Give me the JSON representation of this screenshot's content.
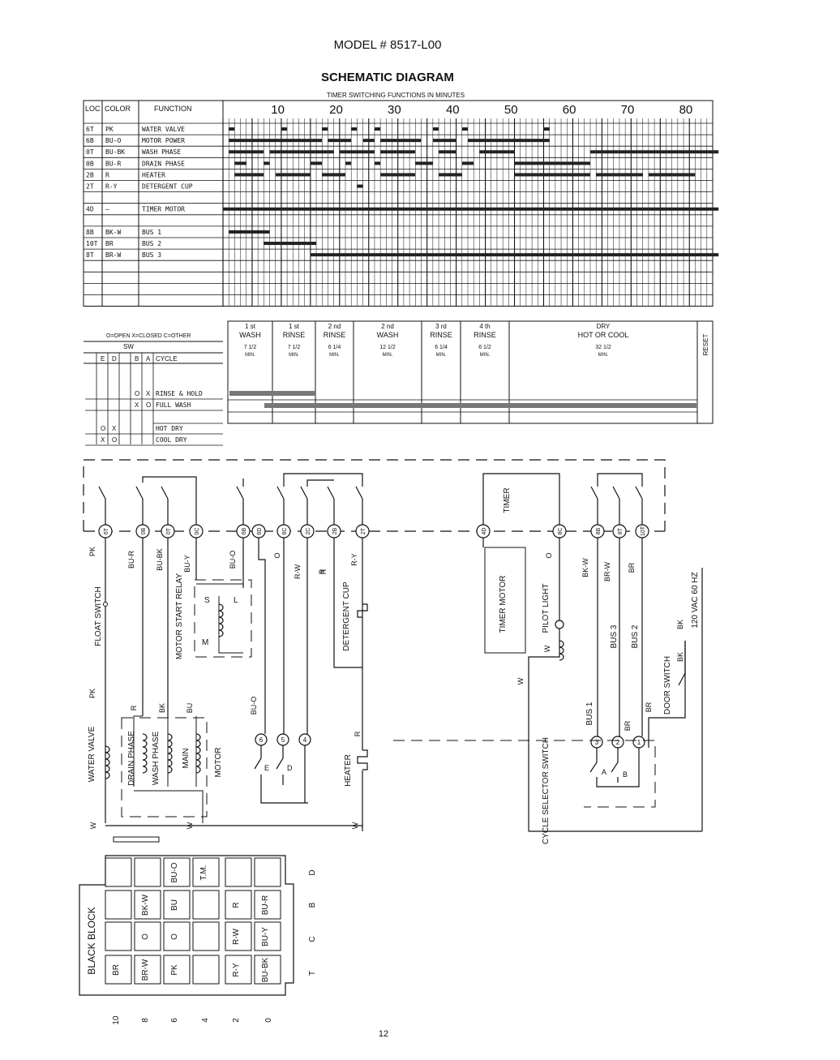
{
  "header": {
    "model": "MODEL # 8517-L00",
    "title": "SCHEMATIC DIAGRAM"
  },
  "timer_chart": {
    "subtitle": "TIMER SWITCHING FUNCTIONS IN MINUTES",
    "col_headers": {
      "loc": "LOC",
      "color": "COLOR",
      "function": "FUNCTION"
    },
    "minute_labels": [
      "10",
      "20",
      "30",
      "40",
      "50",
      "60",
      "70",
      "80"
    ],
    "rows": [
      {
        "loc": "6T",
        "color": "PK",
        "function": "WATER VALVE"
      },
      {
        "loc": "6B",
        "color": "BU-O",
        "function": "MOTOR POWER"
      },
      {
        "loc": "0T",
        "color": "BU-BK",
        "function": "WASH PHASE"
      },
      {
        "loc": "0B",
        "color": "BU-R",
        "function": "DRAIN PHASE"
      },
      {
        "loc": "2B",
        "color": "R",
        "function": "HEATER"
      },
      {
        "loc": "2T",
        "color": "R-Y",
        "function": "DETERGENT CUP"
      },
      {
        "loc": "",
        "color": "",
        "function": ""
      },
      {
        "loc": "4D",
        "color": "—",
        "function": "TIMER MOTOR"
      },
      {
        "loc": "",
        "color": "",
        "function": ""
      },
      {
        "loc": "8B",
        "color": "BK-W",
        "function": "BUS 1"
      },
      {
        "loc": "10T",
        "color": "BR",
        "function": "BUS 2"
      },
      {
        "loc": "8T",
        "color": "BR-W",
        "function": "BUS 3"
      },
      {
        "loc": "",
        "color": "",
        "function": ""
      },
      {
        "loc": "",
        "color": "",
        "function": ""
      },
      {
        "loc": "",
        "color": "",
        "function": ""
      }
    ]
  },
  "cycle_chart": {
    "legend": "O=OPEN  X=CLOSED  C=OTHER",
    "sw_label": "SW",
    "switch_letters": [
      "E",
      "D",
      "B",
      "A"
    ],
    "cycle_label": "CYCLE",
    "reset": "RESET",
    "phases": [
      {
        "name": "1 st WASH",
        "time": "7 1/2 MIN."
      },
      {
        "name": "1 st RINSE",
        "time": "7 1/2 MIN."
      },
      {
        "name": "2 nd RINSE",
        "time": "6 1/4 MIN."
      },
      {
        "name": "2 nd WASH",
        "time": "12 1/2 MIN."
      },
      {
        "name": "3 rd RINSE",
        "time": "6 1/4 MIN."
      },
      {
        "name": "4 th RINSE",
        "time": "6 1/2 MIN."
      },
      {
        "name": "DRY HOT OR COOL",
        "time": "32 1/2 MIN."
      }
    ],
    "cycles": [
      {
        "sw": "O X",
        "name": "RINSE & HOLD"
      },
      {
        "sw": "X O",
        "name": "FULL WASH"
      },
      {
        "sw": "O X",
        "name": "HOT DRY"
      },
      {
        "sw": "X O",
        "name": "COOL DRY"
      }
    ]
  },
  "wiring": {
    "terminals": [
      "6T",
      "0B",
      "0T",
      "0C",
      "6B",
      "6D",
      "6C",
      "2C",
      "2B",
      "2T",
      "4D",
      "8C",
      "8B",
      "8T",
      "10T"
    ],
    "wire_colors": [
      "PK",
      "BU-R",
      "BU-BK",
      "BU-Y",
      "BU-O",
      "O",
      "R-W",
      "R",
      "R-Y",
      "O",
      "BK-W",
      "BR-W",
      "BR",
      "BU-O",
      "R",
      "BK",
      "BU",
      "R",
      "W",
      "W",
      "W",
      "W",
      "W",
      "PK",
      "BK",
      "BK",
      "BR",
      "BR",
      "R"
    ],
    "components": {
      "float_switch": "FLOAT SWITCH",
      "motor_start_relay": "MOTOR START RELAY",
      "detergent_cup": "DETERGENT CUP",
      "timer": "TIMER",
      "timer_motor": "TIMER MOTOR",
      "pilot_light": "PILOT LIGHT",
      "bus1": "BUS 1",
      "bus2": "BUS 2",
      "bus3": "BUS 3",
      "door_switch": "DOOR SWITCH",
      "supply": "120 VAC 60 HZ",
      "water_valve": "WATER VALVE",
      "drain_phase": "DRAIN PHASE",
      "wash_phase": "WASH PHASE",
      "main": "MAIN",
      "motor": "MOTOR",
      "heater": "HEATER",
      "cycle_selector": "CYCLE SELECTOR SWITCH",
      "relay_s": "S",
      "relay_m": "M",
      "relay_l": "L",
      "sw_e": "E",
      "sw_d": "D",
      "sw_a": "A",
      "sw_b": "B",
      "n6": "6",
      "n5": "5",
      "n4": "4",
      "n3": "3",
      "n2": "2",
      "n1": "1"
    }
  },
  "terminal_block": {
    "label": "BLACK BLOCK",
    "row_labels": [
      "D",
      "B",
      "C",
      "T"
    ],
    "col_labels": [
      "10",
      "8",
      "6",
      "4",
      "2",
      "0"
    ],
    "cells": [
      {
        "key": "D-6",
        "text": "BU-O"
      },
      {
        "key": "D-4",
        "text": "T.M."
      },
      {
        "key": "B-8",
        "text": "BK-W"
      },
      {
        "key": "B-6",
        "text": "BU"
      },
      {
        "key": "B-2",
        "text": "R"
      },
      {
        "key": "B-0",
        "text": "BU-R"
      },
      {
        "key": "C-8",
        "text": "O"
      },
      {
        "key": "C-6",
        "text": "O"
      },
      {
        "key": "C-2",
        "text": "R-W"
      },
      {
        "key": "C-0",
        "text": "BU-Y"
      },
      {
        "key": "T-10",
        "text": "BR"
      },
      {
        "key": "T-8",
        "text": "BR-W"
      },
      {
        "key": "T-6",
        "text": "PK"
      },
      {
        "key": "T-2",
        "text": "R-Y"
      },
      {
        "key": "T-0",
        "text": "BU-BK"
      }
    ]
  },
  "page_number": "12"
}
